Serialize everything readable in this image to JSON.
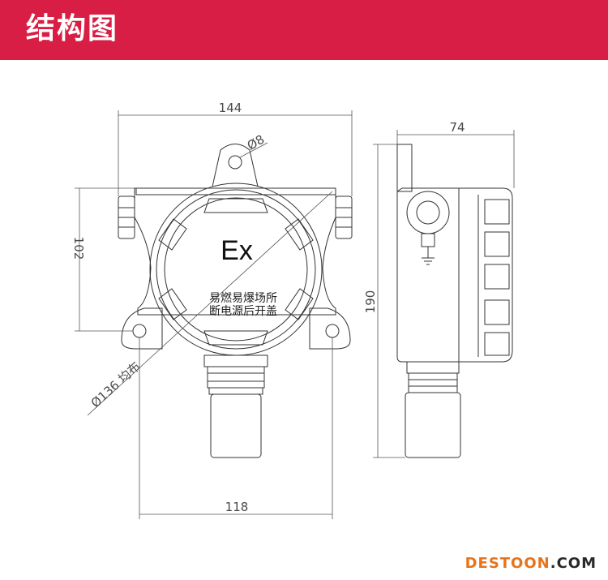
{
  "header": {
    "title": "结构图"
  },
  "drawing": {
    "dimensions": {
      "width_top": "144",
      "width_side": "74",
      "height_left": "102",
      "height_side": "190",
      "width_bottom": "118",
      "hole": "Ø8",
      "bolt_circle": "Ø136 均布"
    },
    "marking": "Ex",
    "warning_line1": "易燃易爆场所",
    "warning_line2": "断电源后开盖"
  },
  "watermark": {
    "part1": "DESTOON",
    "part2": ".COM"
  },
  "colors": {
    "banner": "#d81e44",
    "line": "#333333",
    "watermark_accent": "#e8731a"
  }
}
